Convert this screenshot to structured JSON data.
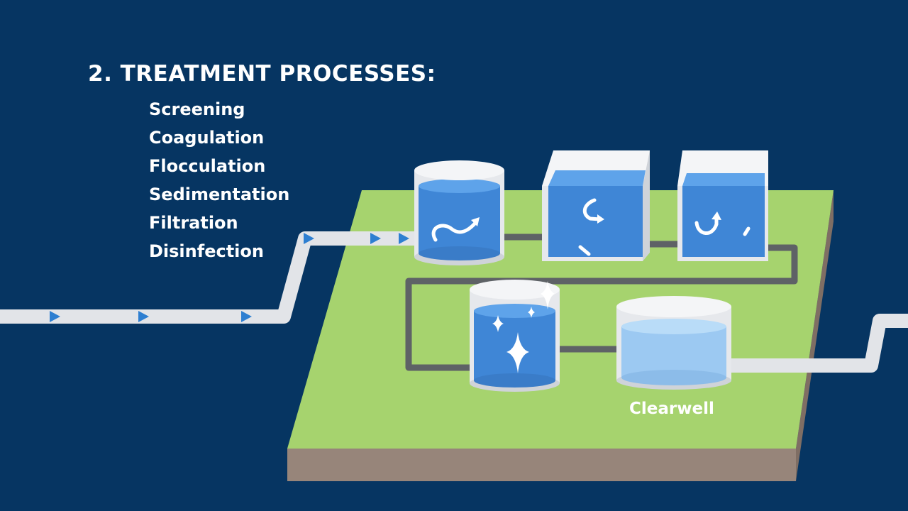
{
  "heading": "2. TREATMENT PROCESSES:",
  "processes": [
    "Screening",
    "Coagulation",
    "Flocculation",
    "Sedimentation",
    "Filtration",
    "Disinfection"
  ],
  "tank_label": "Clearwell",
  "colors": {
    "background": "#063562",
    "ground_top": "#a6d36e",
    "ground_side": "#97857a",
    "pipe_light": "#e2e4e8",
    "pipe_dark": "#5e6266",
    "water": "#4a90d9",
    "clear_water": "#9cc9f2",
    "flow_arrow": "#2e7fd1"
  },
  "icons": [
    "flow-arrow-icon",
    "swirl-arrow-icon",
    "curl-arrow-icon",
    "sparkle-icon"
  ]
}
